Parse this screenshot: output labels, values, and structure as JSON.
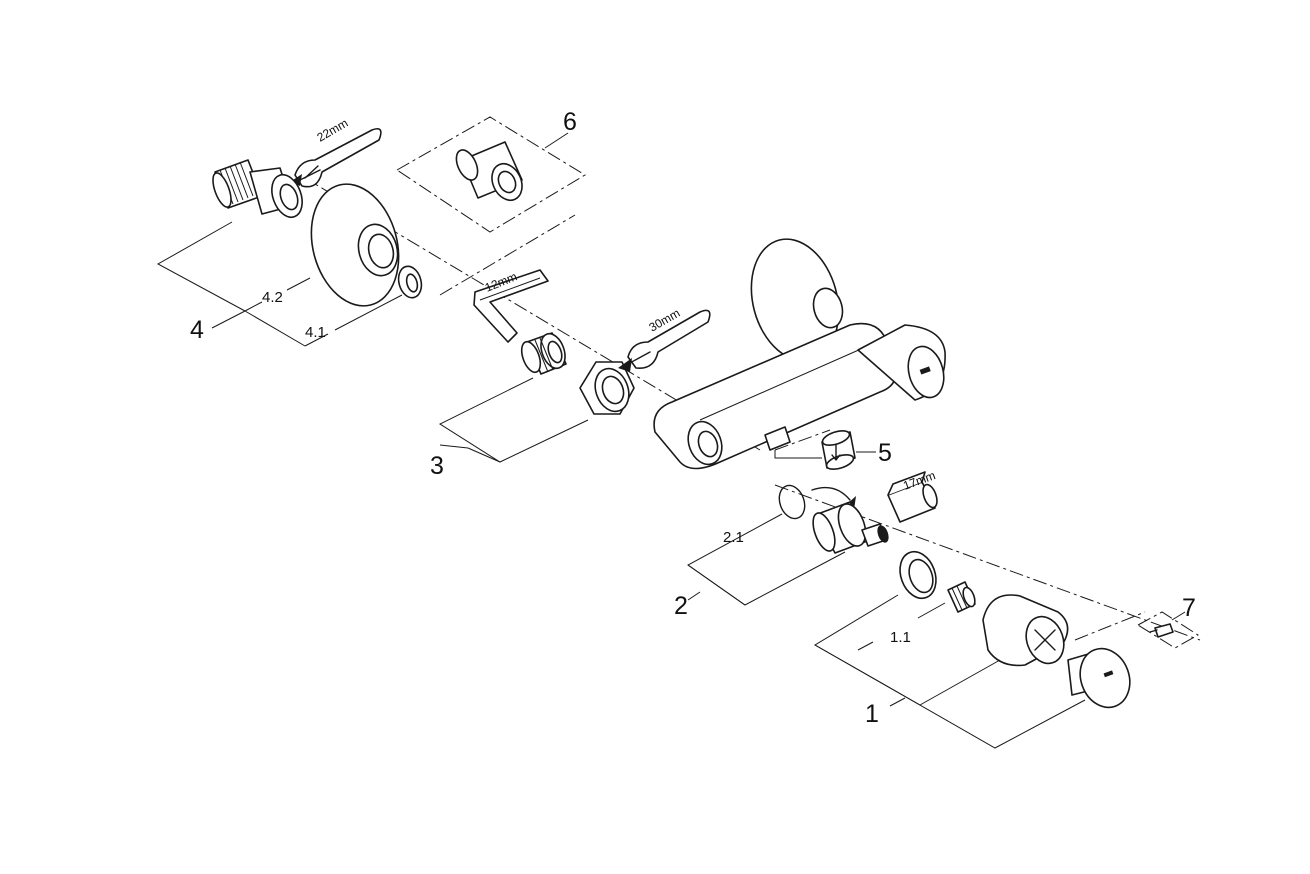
{
  "labels": {
    "l1": "1",
    "l1_1": "1.1",
    "l2": "2",
    "l2_1": "2.1",
    "l3": "3",
    "l4": "4",
    "l4_1": "4.1",
    "l4_2": "4.2",
    "l5": "5",
    "l6": "6",
    "l7": "7"
  },
  "tools": {
    "wrench_22": "22mm",
    "hex_key_12": "12mm",
    "wrench_30": "30mm",
    "socket_17": "17mm"
  }
}
